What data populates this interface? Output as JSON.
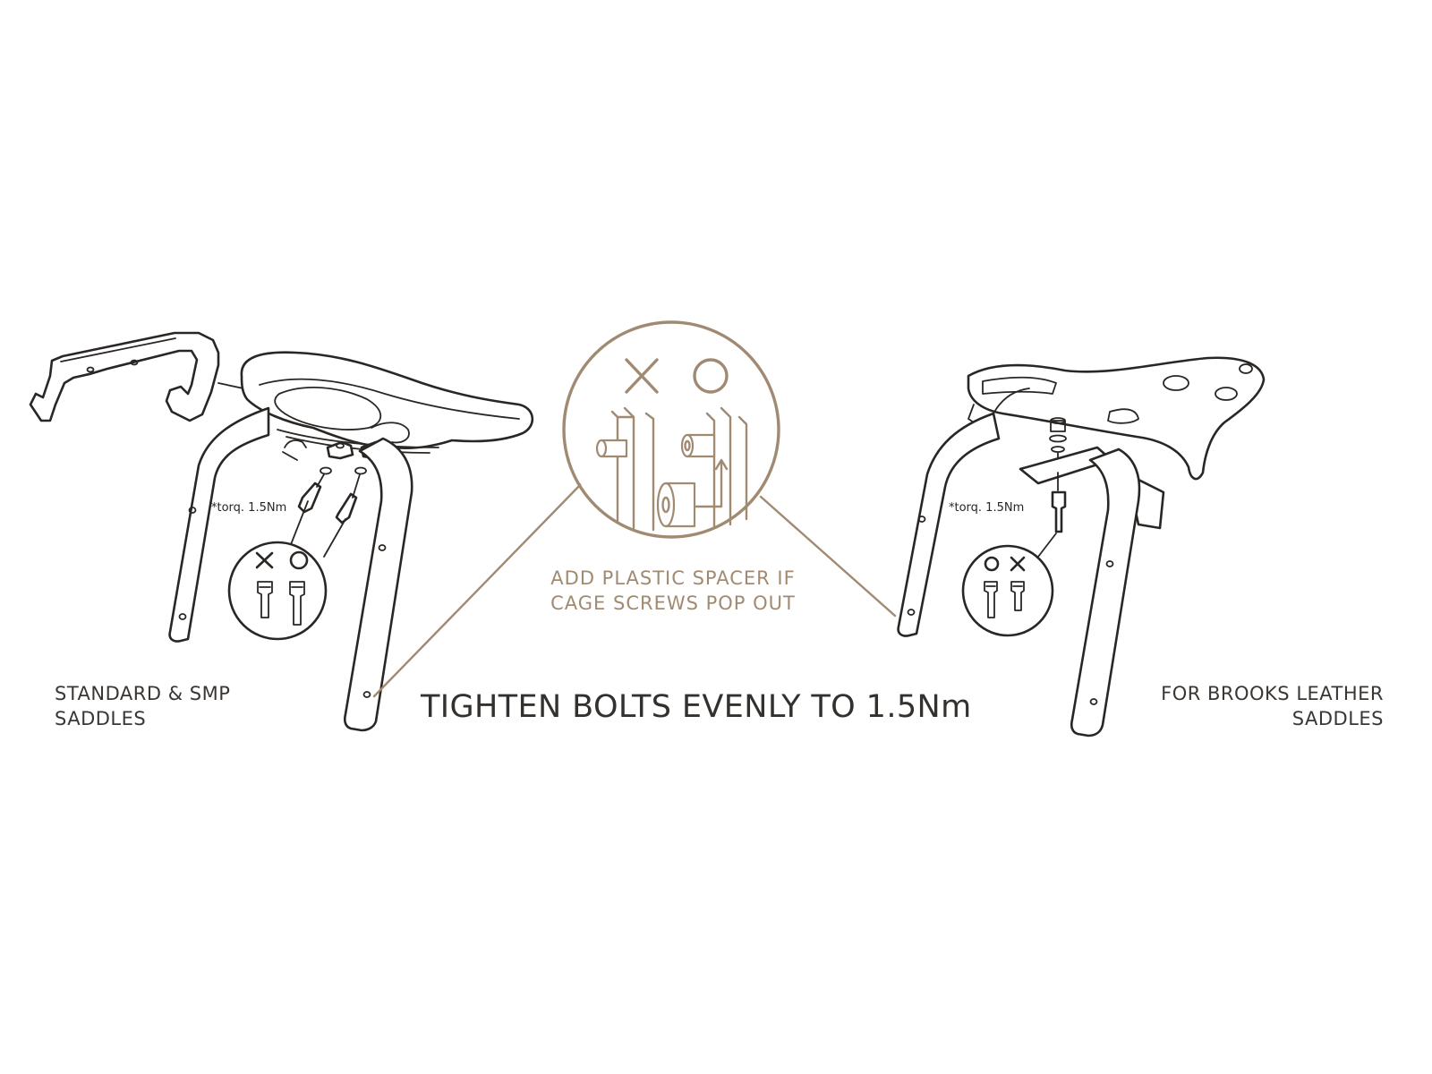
{
  "labels": {
    "left_saddle": [
      "STANDARD & SMP",
      "SADDLES"
    ],
    "right_saddle": [
      "FOR BROOKS LEATHER",
      "SADDLES"
    ],
    "main_instruction": "TIGHTEN BOLTS EVENLY TO 1.5Nm",
    "spacer_note": [
      "ADD PLASTIC SPACER IF",
      "CAGE SCREWS POP OUT"
    ],
    "torque_left": "*torq. 1.5Nm",
    "torque_right": "*torq. 1.5Nm"
  },
  "symbols": {
    "wrong": "✕",
    "correct": "○"
  },
  "colors": {
    "ink": "#2a2624",
    "accent_tan": "#a08a72",
    "text": "#3a3633",
    "background": "#ffffff"
  }
}
